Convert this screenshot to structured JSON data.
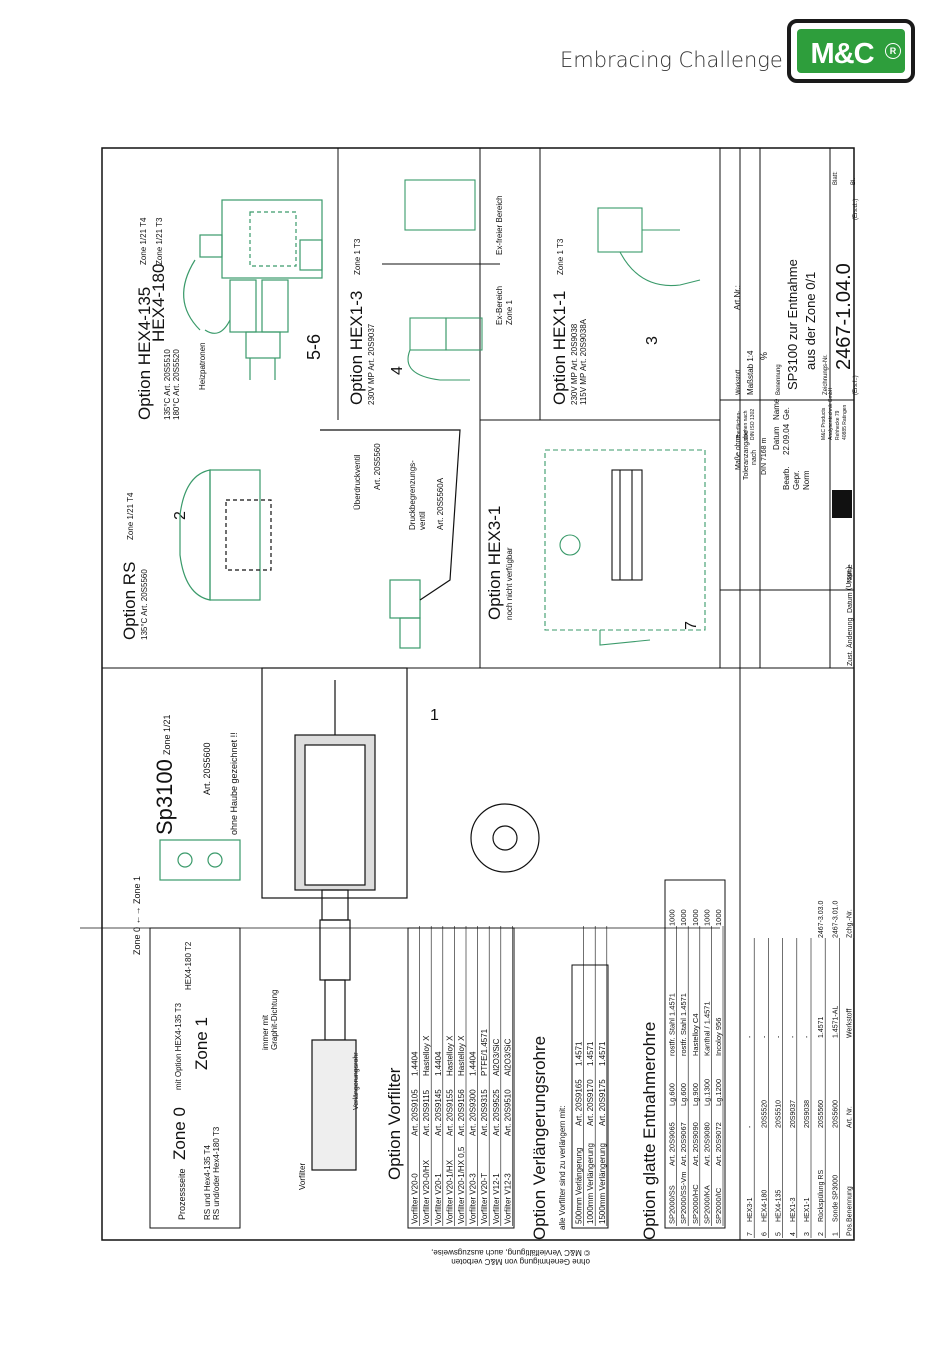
{
  "header": {
    "tagline": "Embracing Challenge",
    "logo_text": "M&C",
    "logo_reg": "R"
  },
  "colors": {
    "brand_green": "#2e9e3c",
    "drawing_green": "#3a9a6a",
    "line": "#111111"
  },
  "drawing": {
    "options": {
      "hex4": {
        "title1": "Option HEX4-135",
        "zone1": "Zone 1/21 T4",
        "title2": "HEX4-180",
        "zone2": "Zone 1/21 T3",
        "art1": "135°C Art. 20S5510",
        "art2": "180°C Art. 20S5520",
        "label": "Heizpatronen",
        "callout": "5-6"
      },
      "hex13": {
        "title": "Option HEX1-3",
        "zone": "Zone 1 T3",
        "art": "230V MP Art. 20S9037",
        "ex_area": "Ex-Bereich",
        "zone_sub": "Zone 1",
        "ex_free": "Ex-freier Bereich",
        "callout": "4"
      },
      "hex11": {
        "title": "Option HEX1-1",
        "zone": "Zone 1 T3",
        "art1": "230V MP Art. 20S9038",
        "art2": "115V MP Art. 20S9038A",
        "callout": "3"
      },
      "rs": {
        "title": "Option RS",
        "zone": "Zone 1/21 T4",
        "art": "135°C Art. 20S5560",
        "callout": "2",
        "valve1_label": "Überdruckventil",
        "valve1_art": "Art. 20S5560",
        "valve2_label1": "Druckbegrenzungs-",
        "valve2_label2": "ventil",
        "valve2_art": "Art. 20S5560A"
      },
      "hex31": {
        "title": "Option HEX3-1",
        "subtitle": "noch nicht verfügbar",
        "callout": "7"
      }
    },
    "title_block": {
      "massstab_label": "Maßstab 1:4",
      "werkstoff_label": "Werkstoff",
      "art_nr_label": "Art.Nr.:",
      "percent": "%",
      "benennung_label": "Benennung",
      "benennung1": "SP3100 zur Entnahme",
      "benennung2": "aus der Zone 0/1",
      "zeichnung_label": "Zeichnungs-Nr.",
      "drawing_no": "2467-1.04.0",
      "ers_fuer": "(Ers.f.:)",
      "ers_durch": "(Ers.d.:)",
      "blatt": "Blatt:",
      "bl": "Bl.",
      "tolerance1": "Maße ohne",
      "tolerance2": "Toleranzangabe",
      "tolerance3": "nach",
      "tolerance4": "DIN 7168 m",
      "surface1": "Oberflächen-",
      "surface2": "zeichen nach",
      "surface3": "DIN ISO 1302",
      "datum_label": "Datum",
      "name_label": "Name",
      "bearb": "Bearb.",
      "bearb_date": "22.09.04",
      "bearb_name": "Ge.",
      "gepr": "Gepr.",
      "norm": "Norm",
      "company1": "M&C Products",
      "company2": "Analysentechnik GmbH",
      "company3": "Rehhecke 79",
      "company4": "40885 Ratingen",
      "zust": "Zust.",
      "aenderung": "Änderung",
      "datum_col": "Datum",
      "name_col": "Name",
      "ursprung": "(Urspr.)"
    },
    "main": {
      "sp3100": "Sp3100",
      "sp_zone": "Zone 1/21",
      "sp_art": "Art. 20S5600",
      "ohne_haube": "ohne Haube gezeichnet !!",
      "callout1": "1",
      "zone0_zone1": "Zone 0 ←→ Zone 1",
      "prozessseite": "Prozessseite",
      "zone0": "Zone 0",
      "mit_option": "mit Option HEX4-135 T3",
      "hex180_t2": "HEX4-180 T2",
      "zone1": "Zone 1",
      "rs_und": "RS und Hex4-135 T4",
      "rs_oder": "RS und/oder Hex4-180 T3",
      "vorfilter": "Vorfilter",
      "immer_mit": "immer mit",
      "graphit": "Graphit-Dichtung",
      "verlaengerungsrohr": "Verlängerungsrohr"
    },
    "vorfilter_table": {
      "title": "Option Vorfilter",
      "rows": [
        [
          "Vorfilter V20-0",
          "Art. 20S9105",
          "1.4404"
        ],
        [
          "Vorfilter V20-0/HX",
          "Art. 20S9115",
          "Hastelloy X"
        ],
        [
          "Vorfilter V20-1",
          "Art. 20S9145",
          "1.4404"
        ],
        [
          "Vorfilter V20-1/HX",
          "Art. 20S9155",
          "Hastelloy X"
        ],
        [
          "Vorfilter V20-1/HX 0,5",
          "Art. 20S9156",
          "Hastelloy X"
        ],
        [
          "Vorfilter V20-3",
          "Art. 20S9300",
          "1.4404"
        ],
        [
          "Vorfilter V20-T",
          "Art. 20S9315",
          "PTFE/1.4571"
        ],
        [
          "Vorfilter V12-1",
          "Art. 20S9525",
          "Al2O3/SiC"
        ],
        [
          "Vorfilter V12-3",
          "Art. 20S9510",
          "Al2O3/SiC"
        ]
      ]
    },
    "verl_table": {
      "title": "Option Verlängerungsrohre",
      "note": "alle Vorfilter sind zu verlängern mit:",
      "rows": [
        [
          "500mm Verlängerung",
          "Art. 20S9165",
          "1.4571"
        ],
        [
          "1000mm Verlängerung",
          "Art. 20S9170",
          "1.4571"
        ],
        [
          "1500mm Verlängerung",
          "Art. 20S9175",
          "1.4571"
        ]
      ]
    },
    "glatt_table": {
      "title": "Option glatte Entnahmerohre",
      "rows": [
        [
          "SP2000/SS",
          "Art. 20S9065",
          "Lg.600",
          "rostfr. Stahl 1.4571",
          "1000"
        ],
        [
          "SP2000/SS-Vm",
          "Art. 20S9067",
          "Lg.600",
          "rostfr. Stahl 1.4571",
          "1000"
        ],
        [
          "SP2000/HC",
          "Art. 20S9090",
          "Lg.900",
          "Hastelloy C4",
          "1000"
        ],
        [
          "SP2000/KA",
          "Art. 20S9080",
          "Lg.1300",
          "Kanthal / 1.4571",
          "1000"
        ],
        [
          "SP2000/IC",
          "Art. 20S9072",
          "Lg.1200",
          "Incoloy 956",
          "1000"
        ]
      ]
    },
    "parts_list": {
      "rows": [
        [
          "7",
          "HEX3-1",
          "-",
          "-",
          ""
        ],
        [
          "6",
          "HEX4-180",
          "20S5520",
          "-",
          ""
        ],
        [
          "5",
          "HEX4-135",
          "20S5510",
          "-",
          ""
        ],
        [
          "4",
          "HEX1-3",
          "20S9037",
          "-",
          ""
        ],
        [
          "3",
          "HEX1-1",
          "20S9038",
          "-",
          ""
        ],
        [
          "2",
          "Rückspülung RS",
          "20S5560",
          "1.4571",
          "2467-3.03.0"
        ],
        [
          "1",
          "Sonde SP3000",
          "20S5600",
          "1.4571-AL",
          "2467-3.01.0"
        ]
      ],
      "header": [
        "Pos.",
        "Benennung",
        "Art. Nr.",
        "Werkstoff",
        "Zchg.-Nr."
      ]
    },
    "footer_note1": "© M&C Vervielfältigung, auch auszugsweise,",
    "footer_note2": "ohne Genehmigung von M&C verboten"
  }
}
